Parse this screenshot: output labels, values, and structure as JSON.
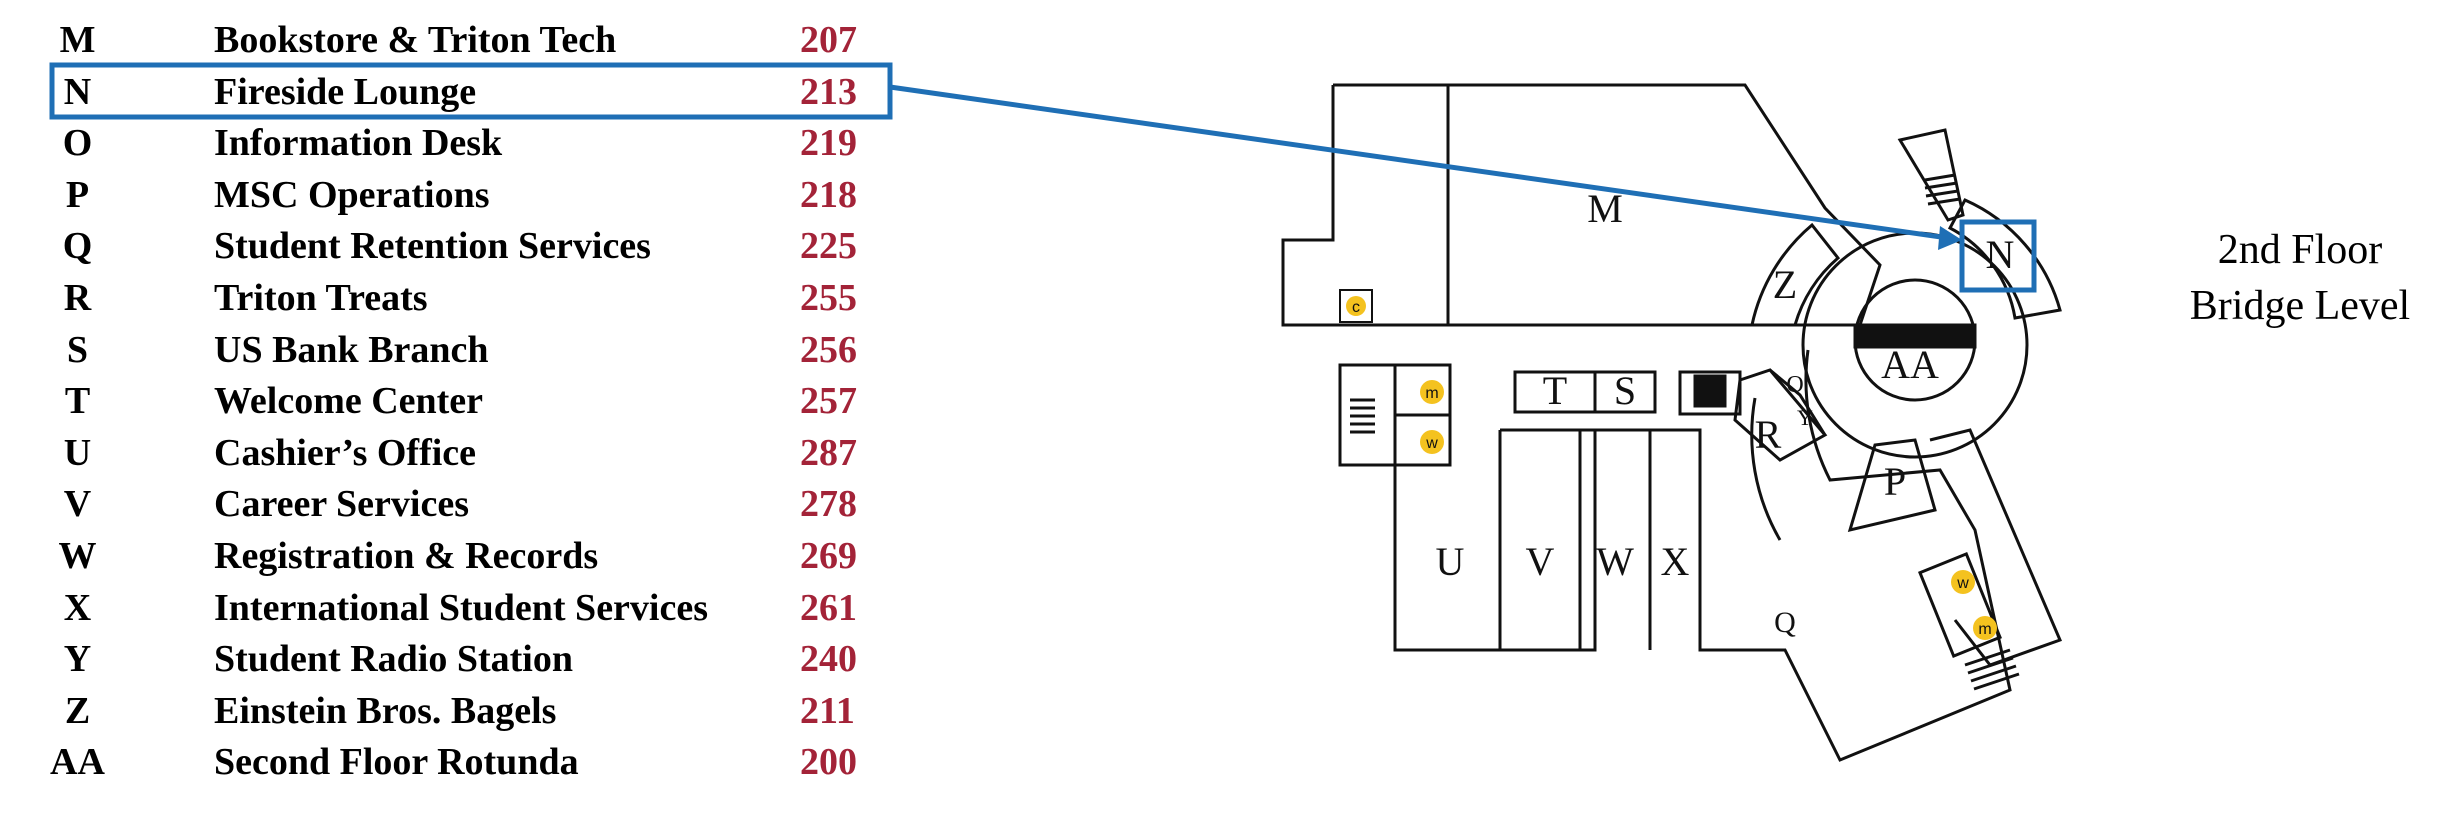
{
  "legend": [
    {
      "letter": "M",
      "name": "Bookstore & Triton Tech",
      "room": "207"
    },
    {
      "letter": "N",
      "name": "Fireside Lounge",
      "room": "213"
    },
    {
      "letter": "O",
      "name": "Information Desk",
      "room": "219"
    },
    {
      "letter": "P",
      "name": "MSC Operations",
      "room": "218"
    },
    {
      "letter": "Q",
      "name": "Student Retention Services",
      "room": "225"
    },
    {
      "letter": "R",
      "name": "Triton Treats",
      "room": "255"
    },
    {
      "letter": "S",
      "name": "US Bank Branch",
      "room": "256"
    },
    {
      "letter": "T",
      "name": "Welcome Center",
      "room": "257"
    },
    {
      "letter": "U",
      "name": "Cashier’s Office",
      "room": "287"
    },
    {
      "letter": "V",
      "name": "Career Services",
      "room": "278"
    },
    {
      "letter": "W",
      "name": "Registration & Records",
      "room": "269"
    },
    {
      "letter": "X",
      "name": "International Student Services",
      "room": "261"
    },
    {
      "letter": "Y",
      "name": "Student Radio Station",
      "room": "240"
    },
    {
      "letter": "Z",
      "name": "Einstein Bros. Bagels",
      "room": "211"
    },
    {
      "letter": "AA",
      "name": "Second Floor Rotunda",
      "room": "200"
    }
  ],
  "highlighted_entry": "N",
  "caption": {
    "line1": "2nd Floor",
    "line2": "Bridge Level"
  },
  "map_labels": {
    "M": "M",
    "N": "N",
    "Z": "Z",
    "AA": "AA",
    "O": "O",
    "Y": "Y",
    "R": "R",
    "P": "P",
    "T": "T",
    "S": "S",
    "U": "U",
    "V": "V",
    "W": "W",
    "X": "X",
    "Q": "Q"
  },
  "icons": {
    "coffee": "c",
    "mens": "m",
    "womens": "w"
  },
  "colors": {
    "highlight": "#1f6fb5",
    "room_number": "#a32338",
    "icon_fill": "#f4c21f"
  }
}
